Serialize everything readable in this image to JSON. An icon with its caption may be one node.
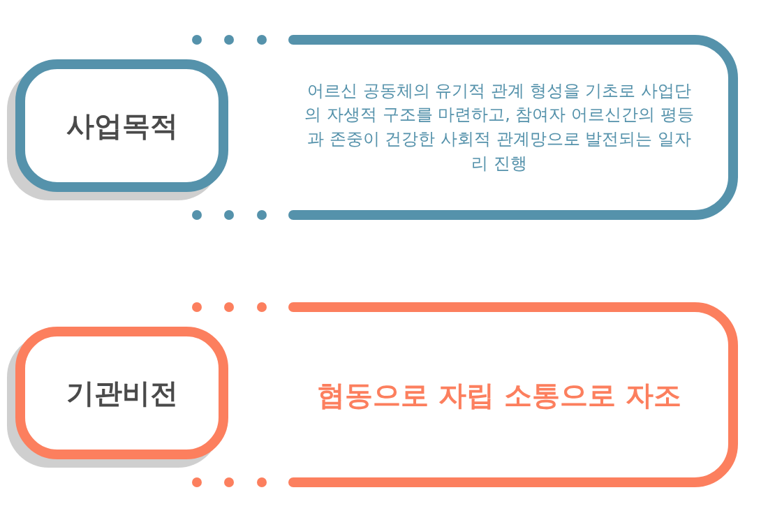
{
  "diagram": {
    "nodes": [
      {
        "text": [
          "사업목적"
        ]
      },
      {
        "text": [
          "어르신 공동체의 유기적 관계 형성을 기초로 사업단의 자생적 구조를 마련하고, 참여자 어르신간의 평등과 존중이 건강한 사회적 관계망으로 발전되는 일자리 진행"
        ]
      },
      {
        "text": [
          "기관비전"
        ]
      },
      {
        "text": [
          "협동으로 자립 소통으로 자조"
        ]
      }
    ],
    "edges": []
  }
}
